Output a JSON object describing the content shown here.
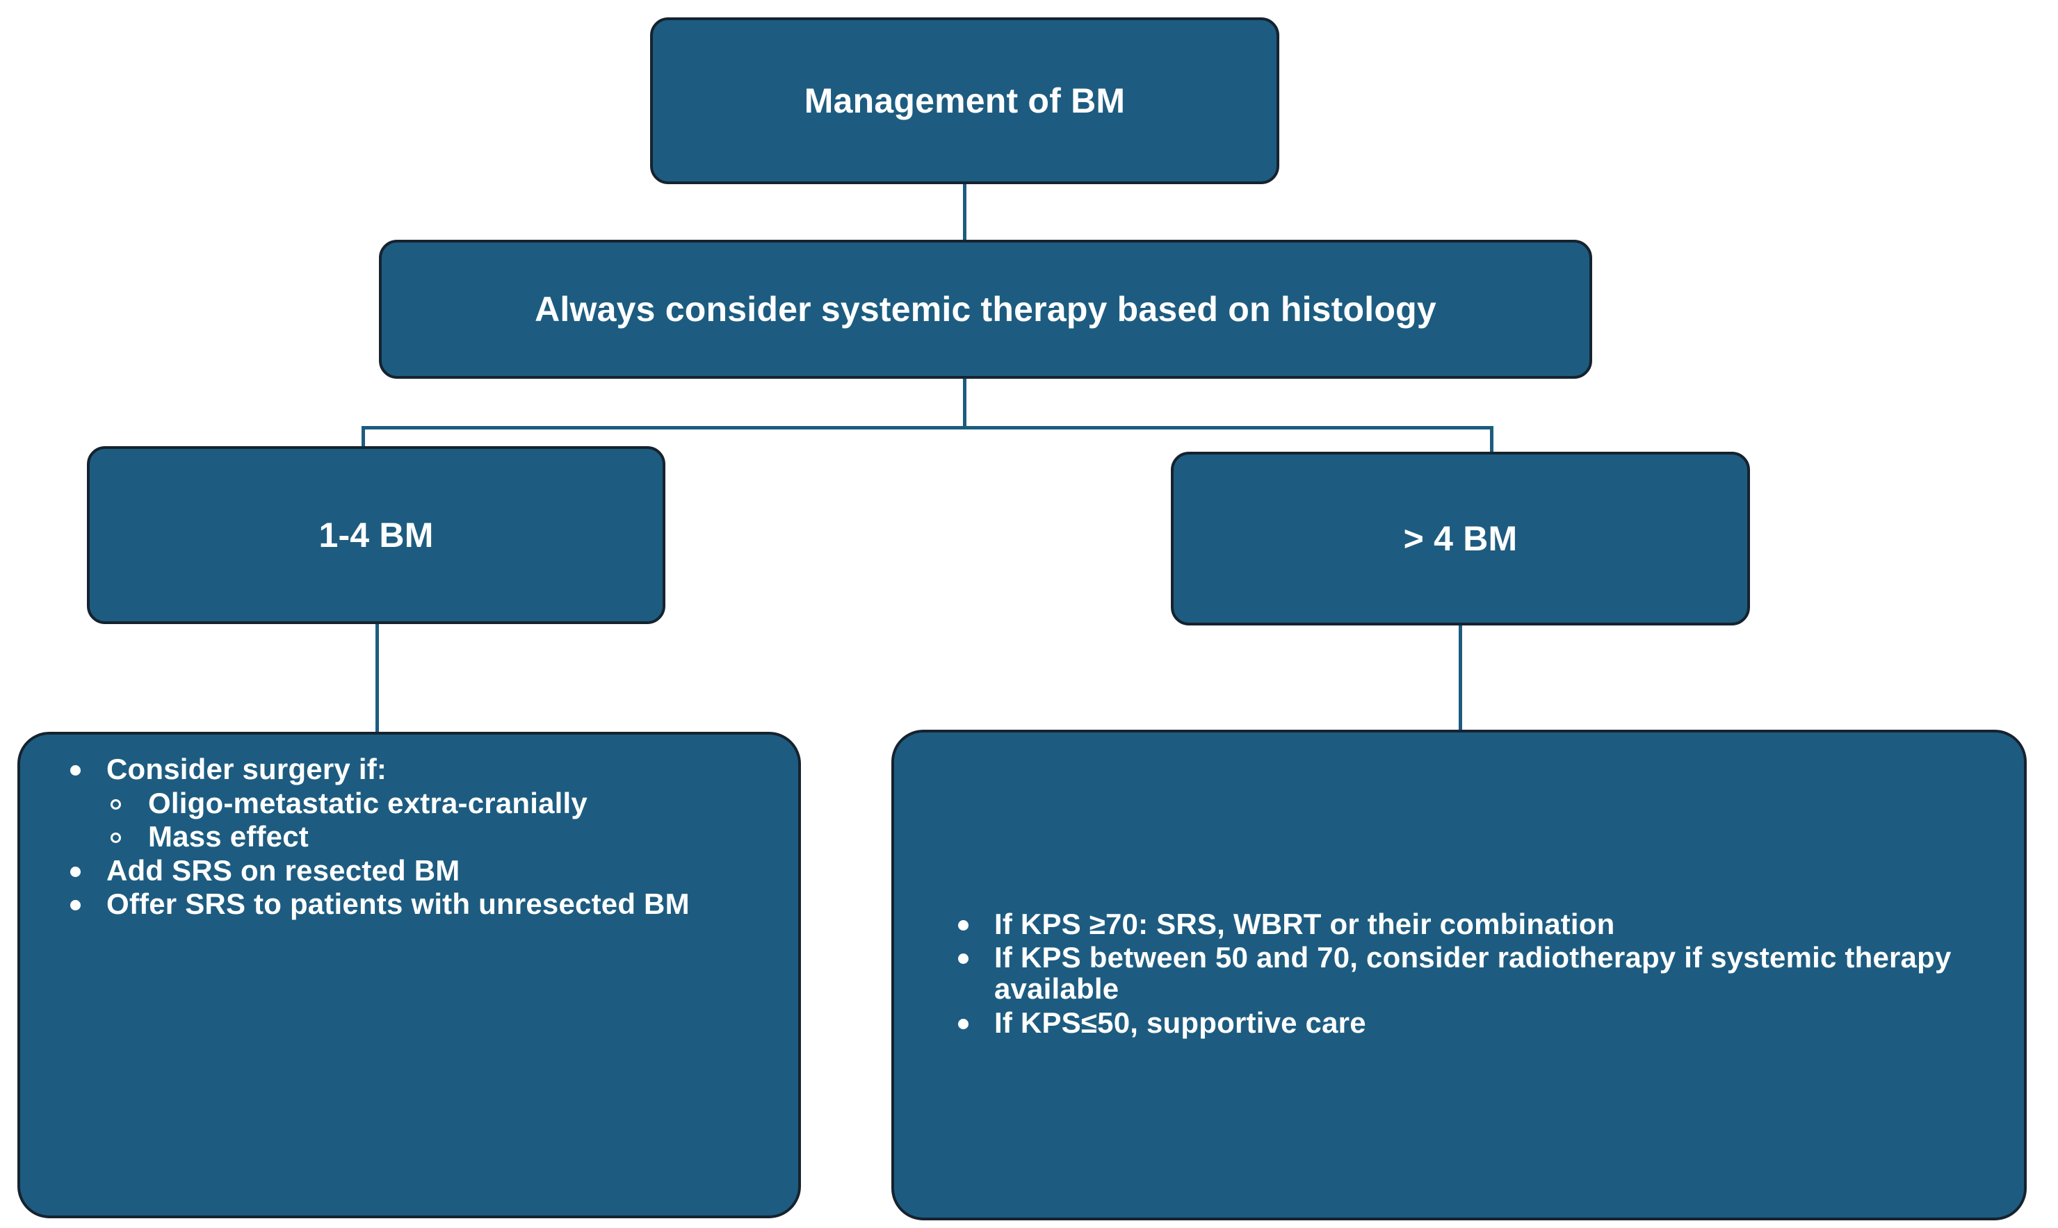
{
  "diagram": {
    "title": "Management of BM clinical decision flowchart",
    "colors": {
      "node_fill": "#1d5c80",
      "node_border": "#16232f",
      "connector": "#1d5c80",
      "text": "#ffffff",
      "background": "#ffffff"
    },
    "nodes": {
      "root": {
        "label": "Management of BM"
      },
      "systemic": {
        "label": "Always consider systemic therapy based on histology"
      },
      "branch_left": {
        "label": "1-4 BM"
      },
      "branch_right": {
        "label": "> 4 BM"
      },
      "left_detail": {
        "bullets": [
          {
            "level": 1,
            "text": "Consider surgery if:",
            "children": [
              {
                "level": 2,
                "text": "Oligo-metastatic extra-cranially"
              },
              {
                "level": 2,
                "text": "Mass effect"
              }
            ]
          },
          {
            "level": 1,
            "text": "Add SRS on resected BM",
            "children": []
          },
          {
            "level": 1,
            "text": "Offer SRS to patients with unresected BM",
            "children": []
          }
        ]
      },
      "right_detail": {
        "bullets": [
          {
            "level": 1,
            "text": "If KPS ≥70: SRS, WBRT or their combination",
            "children": []
          },
          {
            "level": 1,
            "text": "If KPS between 50 and 70, consider radiotherapy if systemic therapy available",
            "children": []
          },
          {
            "level": 1,
            "text": "If KPS≤50, supportive care",
            "children": []
          }
        ]
      }
    }
  }
}
